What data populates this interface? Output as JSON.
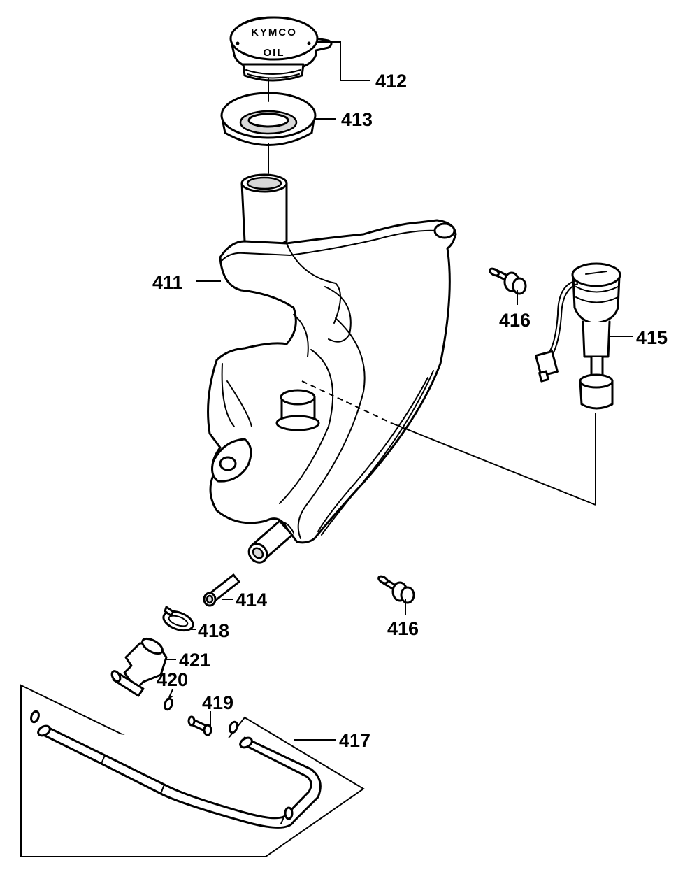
{
  "cap_text": {
    "top": "KYMCO",
    "bottom": "OIL"
  },
  "callouts": {
    "p411": "411",
    "p412": "412",
    "p413": "413",
    "p414": "414",
    "p415": "415",
    "p416_upper": "416",
    "p416_lower": "416",
    "p417": "417",
    "p418": "418",
    "p419": "419",
    "p420": "420",
    "p421": "421"
  }
}
